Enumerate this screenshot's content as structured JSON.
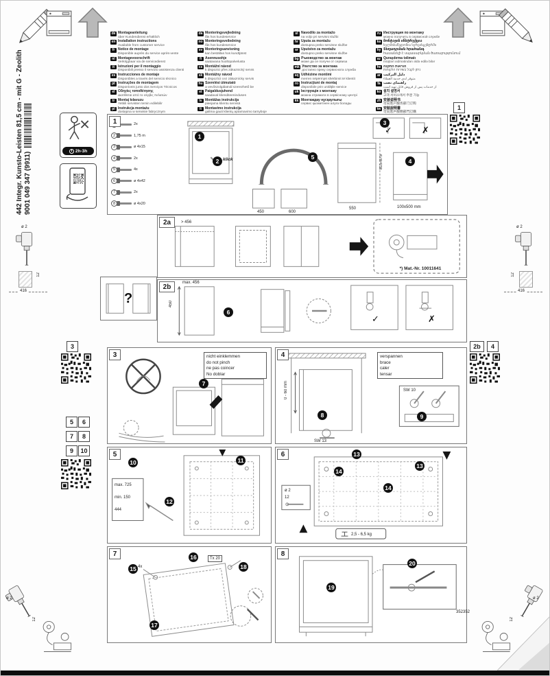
{
  "sidebar": {
    "title": "442 Integr. Kunsto-Leisten 81,5 cm - mit G - Zeolith",
    "number": "9001 049 347 (9911)"
  },
  "pictograms": {
    "time_badge": "2h-3h"
  },
  "glyphs": {
    "ok": "✓",
    "bad": "✗"
  },
  "languages": {
    "col1": [
      {
        "code": "de",
        "line1": "Montageanleitung",
        "line2": "über Kundendienst erhältlich"
      },
      {
        "code": "en",
        "line1": "Installation instructions",
        "line2": "Available from customer service"
      },
      {
        "code": "fr",
        "line1": "Notice de montage",
        "line2": "Disponible auprès du service après-vente"
      },
      {
        "code": "nl",
        "line1": "Montagevoorschrift",
        "line2": "Verkrijgbaar via de servicedienst"
      },
      {
        "code": "it",
        "line1": "Istruzioni per il montaggio",
        "line2": "Disponibili presso il servizio assistenza clienti"
      },
      {
        "code": "es",
        "line1": "Instrucciones de montaje",
        "line2": "Disponibles a través del servicio técnico"
      },
      {
        "code": "pt",
        "line1": "Instruções de montagem",
        "line2": "Disponíveis junto dos Serviços Técnicos"
      },
      {
        "code": "el",
        "line1": "Οδηγίες τοποθέτησης",
        "line2": "Διατίθεται από το σέρβις πελατών"
      },
      {
        "code": "tr",
        "line1": "Montaj kılavuzu",
        "line2": "Yetkili servisten temin edilebilir"
      },
      {
        "code": "pl",
        "line1": "Instrukcja montażu",
        "line2": "dostępna w serwisie fabrycznym"
      }
    ],
    "col2": [
      {
        "code": "da",
        "line1": "Monteringsvejledning",
        "line2": "fås hos kundeservice"
      },
      {
        "code": "no",
        "line1": "Monteringsveiledning",
        "line2": "fås hos kundeservice"
      },
      {
        "code": "sv",
        "line1": "Monteringsanvisning",
        "line2": "kan beställas hos kundtjänst"
      },
      {
        "code": "fi",
        "line1": "Asennusohje",
        "line2": "saatavana huoltopalvelusta"
      },
      {
        "code": "cs",
        "line1": "Montážní návod",
        "line2": "k dispozici přes zákaznický servis"
      },
      {
        "code": "sk",
        "line1": "Montážny návod",
        "line2": "k dispozícii cez zákaznícky servis"
      },
      {
        "code": "hu",
        "line1": "Szerelési útmutató",
        "line2": "a vevőszolgálatnál szerezhető be"
      },
      {
        "code": "et",
        "line1": "Paigaldusjuhend",
        "line2": "saadaval klienditeeninduses"
      },
      {
        "code": "lv",
        "line1": "Montāžas instrukcija",
        "line2": "pieejama klientu servisā"
      },
      {
        "code": "lt",
        "line1": "Montavimo instrukcija",
        "line2": "galima gauti klientų aptarnavimo tarnyboje"
      }
    ],
    "col3": [
      {
        "code": "sl",
        "line1": "Navodilo za montažo",
        "line2": "na voljo pri servisni službi"
      },
      {
        "code": "hr",
        "line1": "Uputa za montažu",
        "line2": "dostupna preko servisne službe"
      },
      {
        "code": "sr",
        "line1": "Uputstvo za montažu",
        "line2": "dostupno preko servisne službe"
      },
      {
        "code": "bg",
        "line1": "Ръководство за монтаж",
        "line2": "може да се получи от сервиза"
      },
      {
        "code": "mk",
        "line1": "Упатство за монтажа",
        "line2": "достапно преку сервисната служба"
      },
      {
        "code": "sq",
        "line1": "Udhëzime montimi",
        "line2": "merren nëpërmjet shërbimit të klientit"
      },
      {
        "code": "ro",
        "line1": "Instrucţiuni de montaj",
        "line2": "disponibile prin unităţile service"
      },
      {
        "code": "uk",
        "line1": "Інструкція з монтажу",
        "line2": "можна отримати в сервісному центрі"
      },
      {
        "code": "kk",
        "line1": "Монтаждау нұсқаулығы",
        "line2": "сервис қызметінен алуға болады"
      }
    ],
    "col4": [
      {
        "code": "ru",
        "line1": "Инструкция по монтажу",
        "line2": "можно получить в сервисной службе"
      },
      {
        "code": "ka",
        "line1": "მონტაჟის ინსტრუქცია",
        "line2": "ხელმისაწვდომია სერვისცენტრში"
      },
      {
        "code": "hy",
        "line1": "Տեղադրման հրահանգ",
        "line2": "հասանելի է սպասարկման ծառայությունում"
      },
      {
        "code": "az",
        "line1": "Quraşdırma təlimatı",
        "line2": "müştəri xidmətindən əldə edilə bilər"
      },
      {
        "code": "he",
        "line1": "הוראות התקנה",
        "line2": "ניתן לקבל בשירות הלקוחות"
      },
      {
        "code": "ar",
        "line1": "دليل التركيب",
        "line2": "متوفر لدى خدمة العملاء"
      },
      {
        "code": "fa",
        "line1": "راهنمای نصب",
        "line2": "از خدمات پس از فروش قابل تهیه است"
      },
      {
        "code": "ko",
        "line1": "설치 설명서",
        "line2": "고객 서비스에서 주문 가능"
      },
      {
        "code": "zh",
        "line1": "安装说明书",
        "line2": "可向客户服务部门订购"
      },
      {
        "code": "tw",
        "line1": "安裝說明書",
        "line2": "可向客戶服務部門訂購"
      }
    ]
  },
  "refs": {
    "r1": "1",
    "l3": "3",
    "l5": "5",
    "l6": "6",
    "l7": "7",
    "l8": "8",
    "l9": "9",
    "l10": "10",
    "r2b": "2b",
    "r4": "4"
  },
  "steps": [
    "1",
    "2",
    "3",
    "4",
    "5",
    "6",
    "7",
    "8",
    "9",
    "10",
    "11",
    "12",
    "13",
    "14",
    "15",
    "16",
    "17",
    "18",
    "19",
    "20"
  ],
  "panels": {
    "p1": {
      "label": "1",
      "klick": "klick",
      "parts": [
        {
          "n": "1",
          "qty": "2x"
        },
        {
          "n": "2",
          "qty": "1,75 m"
        },
        {
          "n": "3",
          "qty": "ø 4x15"
        },
        {
          "n": "4",
          "qty": "2x"
        },
        {
          "n": "5",
          "qty": "4x"
        },
        {
          "n": "6",
          "qty": "ø 4x42"
        },
        {
          "n": "7",
          "qty": "2x"
        },
        {
          "n": "8",
          "qty": "ø 4x20"
        }
      ],
      "dims": {
        "height": "815-875",
        "depth": "550",
        "width_a": "450",
        "width_b": "600",
        "cutout": "100x500 mm"
      }
    },
    "p2a": {
      "label": "2a",
      "dim": "> 456",
      "mat_nr": "*) Mat.-Nr. 10011641"
    },
    "q": {
      "question": "?"
    },
    "p2b": {
      "label": "2b",
      "dim1": "450",
      "dim2": "max. 456"
    },
    "p3": {
      "label": "3",
      "note": [
        "nicht einklemmen",
        "do not pinch",
        "ne pas coincer",
        "No doblar"
      ]
    },
    "p4": {
      "label": "4",
      "note": [
        "verspannen",
        "brace",
        "caler",
        "tensar"
      ],
      "dim_height": "0 - 60 mm",
      "tool1": "SW 13",
      "tool2": "SW 10"
    },
    "p5": {
      "label": "5",
      "dim1": "max. 725",
      "dim2": "min. 150",
      "dim3": "444"
    },
    "p6": {
      "label": "6",
      "dia": "ø 2",
      "depth": "12",
      "weight": "2,5 - 6,5 kg"
    },
    "p7": {
      "label": "7",
      "tool": "Tx 20",
      "qty": "4x"
    },
    "p8": {
      "label": "8"
    }
  },
  "margins": {
    "dia": "ø 2",
    "depth": "12",
    "width": "416",
    "part_note": "352352"
  }
}
